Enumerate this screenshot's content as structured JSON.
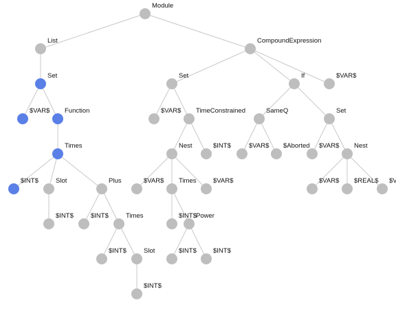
{
  "colors": {
    "edge": "#c8c8c8",
    "default_node": "#bebebe",
    "highlight_node": "#5a7fe6",
    "label": "#111111"
  },
  "tree": {
    "label": "Module",
    "children": [
      {
        "label": "List",
        "children": [
          {
            "label": "Set",
            "highlight": true,
            "children": [
              {
                "label": "$VAR$",
                "highlight": true
              },
              {
                "label": "Function",
                "highlight": true,
                "children": [
                  {
                    "label": "Times",
                    "highlight": true,
                    "children": [
                      {
                        "label": "$INT$",
                        "highlight": true
                      },
                      {
                        "label": "Slot",
                        "children": [
                          {
                            "label": "$INT$"
                          }
                        ]
                      },
                      {
                        "label": "Plus",
                        "children": [
                          {
                            "label": "$INT$"
                          },
                          {
                            "label": "Times",
                            "children": [
                              {
                                "label": "$INT$"
                              },
                              {
                                "label": "Slot",
                                "children": [
                                  {
                                    "label": "$INT$"
                                  }
                                ]
                              }
                            ]
                          }
                        ]
                      }
                    ]
                  }
                ]
              }
            ]
          }
        ]
      },
      {
        "label": "CompoundExpression",
        "children": [
          {
            "label": "Set",
            "children": [
              {
                "label": "$VAR$"
              },
              {
                "label": "TimeConstrained",
                "children": [
                  {
                    "label": "Nest",
                    "children": [
                      {
                        "label": "$VAR$"
                      },
                      {
                        "label": "Times",
                        "children": [
                          {
                            "label": "$INT$"
                          },
                          {
                            "label": "Power",
                            "children": [
                              {
                                "label": "$INT$"
                              },
                              {
                                "label": "$INT$"
                              }
                            ]
                          }
                        ]
                      },
                      {
                        "label": "$VAR$"
                      }
                    ]
                  },
                  {
                    "label": "$INT$"
                  }
                ]
              }
            ]
          },
          {
            "label": "If",
            "children": [
              {
                "label": "SameQ",
                "children": [
                  {
                    "label": "$VAR$"
                  },
                  {
                    "label": "$Aborted"
                  }
                ]
              },
              {
                "label": "Set",
                "children": [
                  {
                    "label": "$VAR$"
                  },
                  {
                    "label": "Nest",
                    "children": [
                      {
                        "label": "$VAR$"
                      },
                      {
                        "label": "$REAL$"
                      },
                      {
                        "label": "$VAR$"
                      }
                    ]
                  }
                ]
              }
            ]
          },
          {
            "label": "$VAR$"
          }
        ]
      }
    ]
  }
}
